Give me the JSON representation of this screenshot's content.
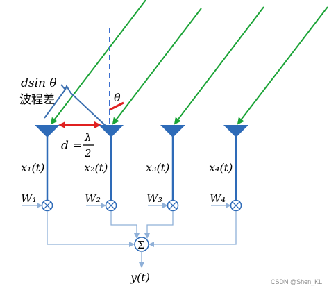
{
  "labels": {
    "path_diff_formula": "dsin θ",
    "path_diff_text": "波程差",
    "theta": "θ",
    "spacing_lhs": "d =",
    "lambda": "λ",
    "two": "2",
    "x1": "x₁(t)",
    "x2": "x₂(t)",
    "x3": "x₃(t)",
    "x4": "x₄(t)",
    "w1": "W₁",
    "w2": "W₂",
    "w3": "W₃",
    "w4": "W₄",
    "sum": "Σ",
    "output": "y(t)",
    "watermark": "CSDN @Shen_KL"
  },
  "colors": {
    "wave": "#1aa336",
    "element": "#2e6bb8",
    "signal_line": "#8fb0d8",
    "red": "#e02020",
    "bracket": "#3b6fb0",
    "dashed": "#3b6fd0"
  }
}
